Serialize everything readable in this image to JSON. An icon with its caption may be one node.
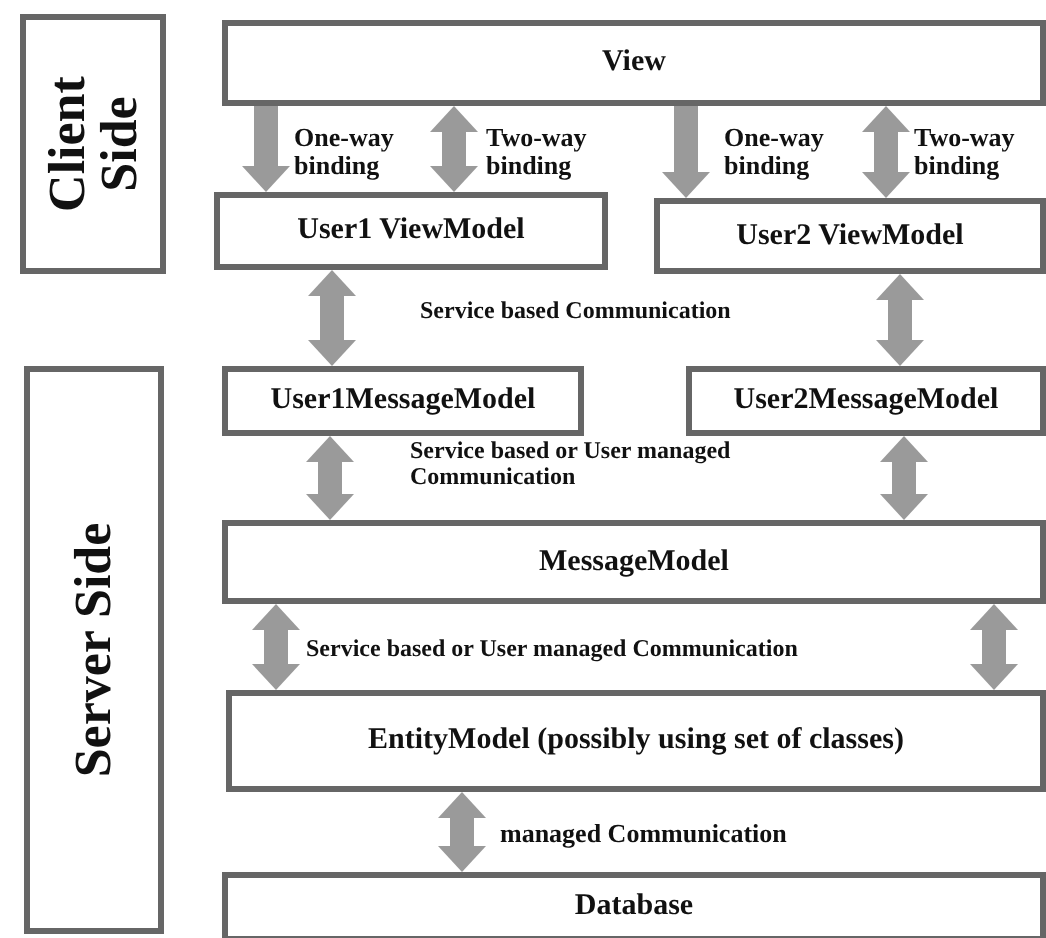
{
  "diagram": {
    "nodes": [
      {
        "text": [
          "Client Side"
        ]
      },
      {
        "text": [
          "View"
        ]
      },
      {
        "text": [
          "User1 ViewModel"
        ]
      },
      {
        "text": [
          "User2 ViewModel"
        ]
      },
      {
        "text": [
          "Server Side"
        ]
      },
      {
        "text": [
          "User1MessageModel"
        ]
      },
      {
        "text": [
          "User2MessageModel"
        ]
      },
      {
        "text": [
          "MessageModel"
        ]
      },
      {
        "text": [
          "EntityModel (possibly using set of classes)"
        ]
      },
      {
        "text": [
          "Database"
        ]
      }
    ],
    "edges": [
      {
        "from": 1,
        "to": 2,
        "arrow": "to",
        "label": "One-way binding"
      },
      {
        "from": 1,
        "to": 2,
        "arrow": "both",
        "label": "Two-way binding"
      },
      {
        "from": 1,
        "to": 3,
        "arrow": "to",
        "label": "One-way binding"
      },
      {
        "from": 1,
        "to": 3,
        "arrow": "both",
        "label": "Two-way binding"
      },
      {
        "from": 2,
        "to": 5,
        "arrow": "both"
      },
      {
        "from": 3,
        "to": 6,
        "arrow": "both"
      },
      {
        "from": 5,
        "to": 7,
        "arrow": "both"
      },
      {
        "from": 6,
        "to": 7,
        "arrow": "both"
      },
      {
        "from": 7,
        "to": 8,
        "arrow": "both"
      },
      {
        "from": 7,
        "to": 8,
        "arrow": "both"
      },
      {
        "from": 8,
        "to": 9,
        "arrow": "both",
        "label": "managed Communication"
      }
    ],
    "labels": [
      "Service based Communication",
      "Service based or User managed Communication",
      "Service based or User managed Communication"
    ]
  }
}
